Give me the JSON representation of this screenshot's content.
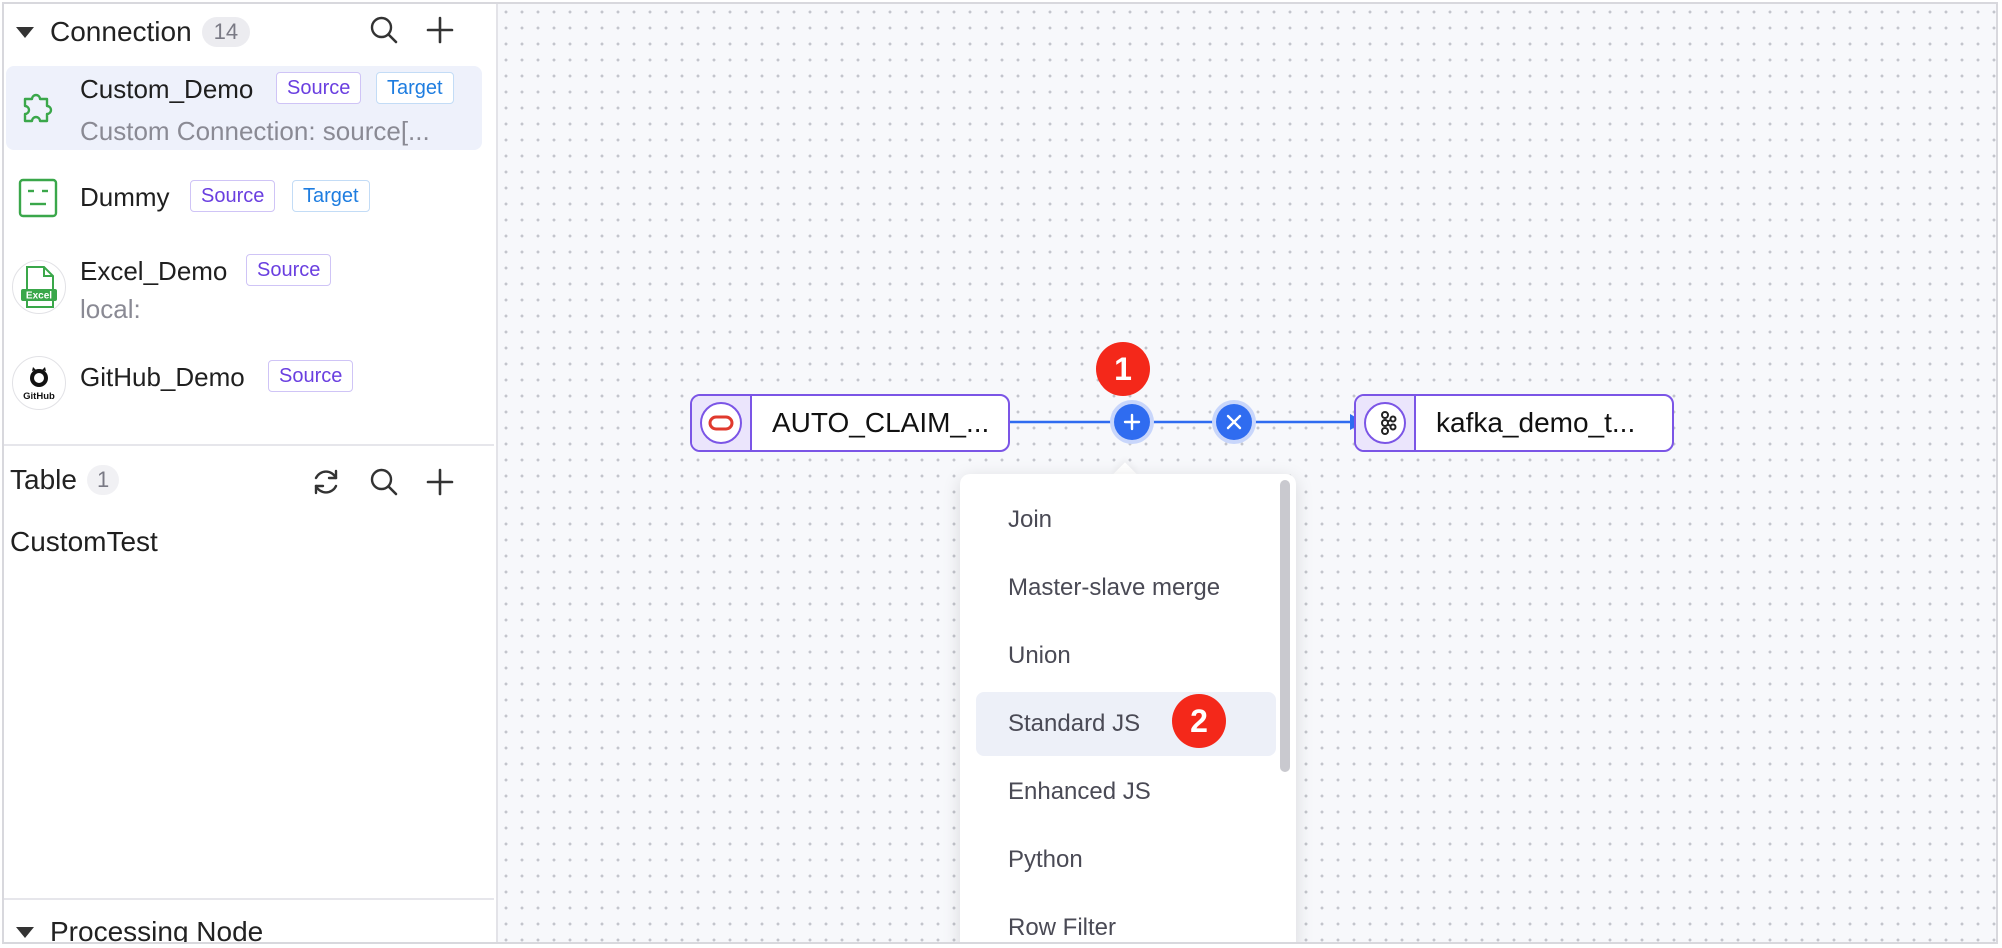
{
  "connection_section": {
    "title": "Connection",
    "count": "14",
    "items": [
      {
        "name": "Custom_Demo",
        "tags": [
          "Source",
          "Target"
        ],
        "description": "Custom Connection: source[...",
        "icon": "puzzle-icon"
      },
      {
        "name": "Dummy",
        "tags": [
          "Source",
          "Target"
        ],
        "icon": "dummy-icon"
      },
      {
        "name": "Excel_Demo",
        "tags": [
          "Source"
        ],
        "description": "local:",
        "icon": "excel-icon"
      },
      {
        "name": "GitHub_Demo",
        "tags": [
          "Source"
        ],
        "icon": "github-icon"
      }
    ]
  },
  "table_section": {
    "title": "Table",
    "count": "1",
    "items": [
      "CustomTest"
    ]
  },
  "processing_section": {
    "title": "Processing Node"
  },
  "canvas": {
    "source_node": {
      "label": "AUTO_CLAIM_...",
      "icon": "oracle-icon"
    },
    "target_node": {
      "label": "kafka_demo_t...",
      "icon": "kafka-icon"
    },
    "markers": [
      "1",
      "2"
    ],
    "menu_items": [
      "Join",
      "Master-slave merge",
      "Union",
      "Standard JS",
      "Enhanced JS",
      "Python",
      "Row Filter"
    ],
    "highlighted_item": "Standard JS"
  },
  "colors": {
    "accent_purple": "#7b55e6",
    "edge_blue": "#2f6cf0",
    "marker_red": "#f4281a",
    "tag_source": "#6a3fe0",
    "tag_target": "#1e7de0"
  }
}
